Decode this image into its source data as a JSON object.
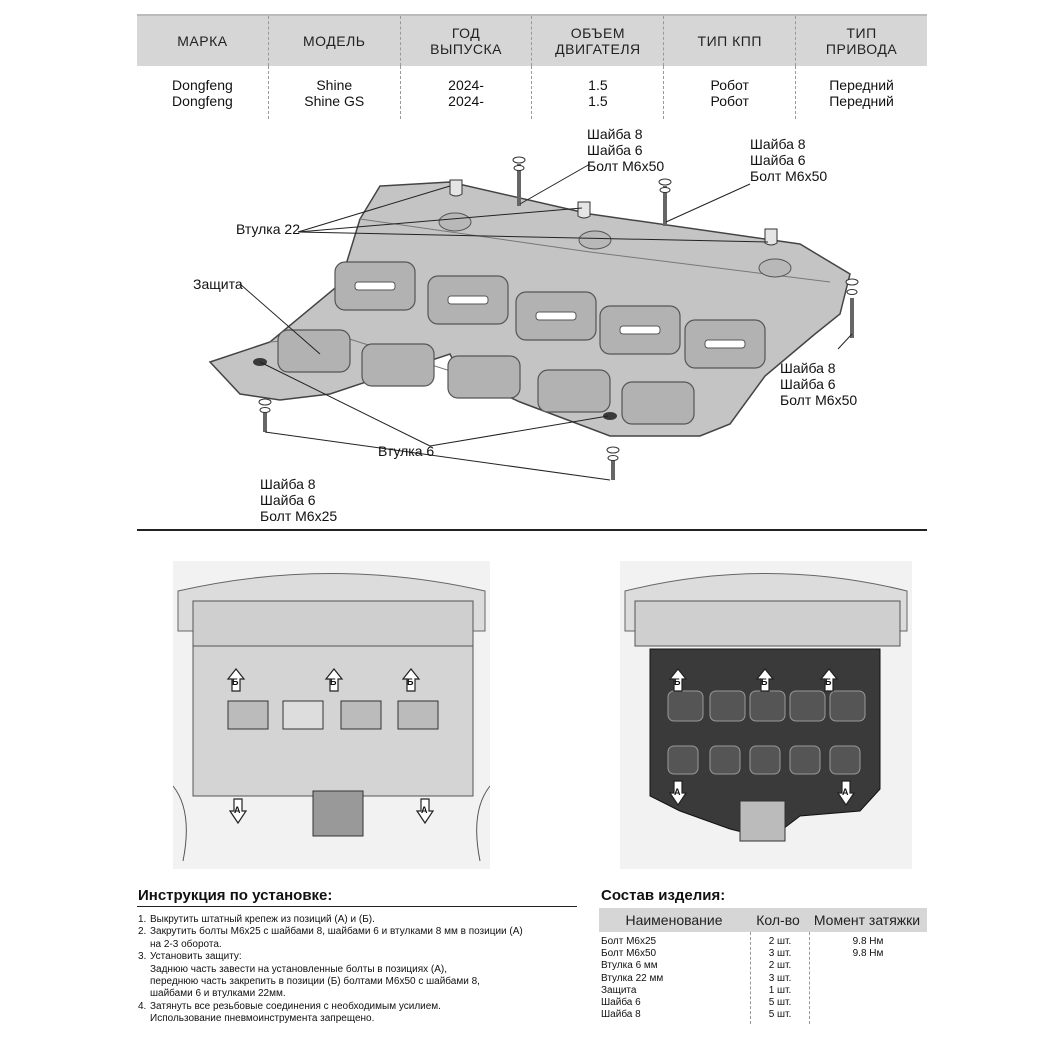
{
  "spec_table": {
    "headers": [
      "МАРКА",
      "МОДЕЛЬ",
      "ГОД\nВЫПУСКА",
      "ОБЪЕМ\nДВИГАТЕЛЯ",
      "ТИП КПП",
      "ТИП\nПРИВОДА"
    ],
    "rows": [
      [
        "Dongfeng\nDongfeng",
        "Shine\nShine GS",
        "2024-\n2024-",
        "1.5\n1.5",
        "Робот\nРобот",
        "Передний\nПередний"
      ]
    ]
  },
  "diagram_labels": {
    "washer_bolt_top_left": "Шайба 8\nШайба 6\nБолт М6х50",
    "washer_bolt_top_right": "Шайба 8\nШайба 6\nБолт М6х50",
    "washer_bolt_right": "Шайба 8\nШайба 6\nБолт М6х50",
    "washer_bolt_bottom": "Шайба 8\nШайба 6\nБолт М6х25",
    "bushing_22": "Втулка 22",
    "shield": "Защита",
    "bushing_6": "Втулка 6"
  },
  "photo_markers": {
    "b": "Б",
    "a": "А"
  },
  "instructions": {
    "title": "Инструкция по установке:",
    "items": [
      {
        "num": "1.",
        "lines": [
          "Выкрутить штатный крепеж из позиций (А) и (Б)."
        ]
      },
      {
        "num": "2.",
        "lines": [
          "Закрутить болты М6х25 с шайбами 8, шайбами 6 и втулками 8 мм в позиции (А)",
          "на 2-3 оборота."
        ]
      },
      {
        "num": "3.",
        "lines": [
          "Установить защиту:",
          "Заднюю часть завести на установленные болты в позициях (А),",
          "переднюю часть закрепить в позиции (Б) болтами М6х50 с шайбами 8,",
          "шайбами 6 и втулками 22мм."
        ]
      },
      {
        "num": "4.",
        "lines": [
          "Затянуть все резьбовые соединения с необходимым усилием.",
          "Использование пневмоинструмента запрещено."
        ]
      }
    ]
  },
  "composition": {
    "title": "Состав изделия:",
    "headers": [
      "Наименование",
      "Кол-во",
      "Момент затяжки"
    ],
    "rows": [
      {
        "name": "Болт М6х25",
        "qty": "2 шт.",
        "torque": "9.8 Нм"
      },
      {
        "name": "Болт М6х50",
        "qty": "3 шт.",
        "torque": "9.8 Нм"
      },
      {
        "name": "Втулка 6 мм",
        "qty": "2 шт.",
        "torque": ""
      },
      {
        "name": "Втулка 22 мм",
        "qty": "3 шт.",
        "torque": ""
      },
      {
        "name": "Защита",
        "qty": "1 шт.",
        "torque": ""
      },
      {
        "name": "Шайба 6",
        "qty": "5 шт.",
        "torque": ""
      },
      {
        "name": "Шайба 8",
        "qty": "5 шт.",
        "torque": ""
      }
    ]
  },
  "colors": {
    "header_bg": "#d6d6d6",
    "plate_fill": "#c4c4c4",
    "plate_dark": "#3a3a3a"
  }
}
